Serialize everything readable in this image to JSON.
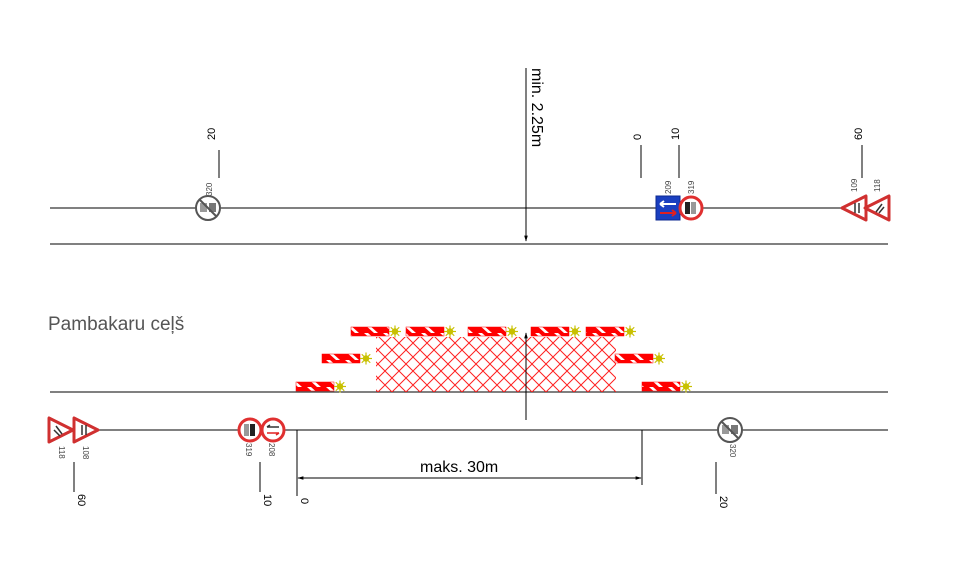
{
  "colors": {
    "road": "#000000",
    "barrier_red": "#ff0000",
    "hatch_red": "#ff2020",
    "lamp": "#c8c000",
    "sign_red": "#e03030",
    "sign_blue": "#1a3fc0",
    "gray_text": "#555555"
  },
  "title": "Pambakaru ceļš",
  "dimensions": {
    "lane_width": "min. 2.25m",
    "work_zone_length": "maks. 30m"
  },
  "upper_lane": {
    "signs": [
      {
        "code": "320",
        "icon": "end-no-overtaking-icon",
        "shape": "circle-gray"
      },
      {
        "code": "209",
        "icon": "priority-over-oncoming-icon",
        "shape": "square-blue"
      },
      {
        "code": "319",
        "icon": "no-overtaking-icon",
        "shape": "circle-red"
      },
      {
        "code": "109",
        "icon": "road-narrows-icon",
        "shape": "triangle"
      },
      {
        "code": "118",
        "icon": "road-works-icon",
        "shape": "triangle"
      }
    ],
    "distance_markers": [
      "20",
      "0",
      "10",
      "60"
    ]
  },
  "lower_lane": {
    "signs": [
      {
        "code": "118",
        "icon": "road-works-icon",
        "shape": "triangle"
      },
      {
        "code": "108",
        "icon": "road-narrows-icon",
        "shape": "triangle"
      },
      {
        "code": "319",
        "icon": "no-overtaking-icon",
        "shape": "circle-red"
      },
      {
        "code": "208",
        "icon": "give-way-oncoming-icon",
        "shape": "circle-red"
      },
      {
        "code": "320",
        "icon": "end-no-overtaking-icon",
        "shape": "circle-gray"
      }
    ],
    "distance_markers": [
      "60",
      "10",
      "0",
      "20"
    ]
  },
  "work_zone": {
    "barrier_rows": 3,
    "icon": "warning-lamp-icon"
  }
}
